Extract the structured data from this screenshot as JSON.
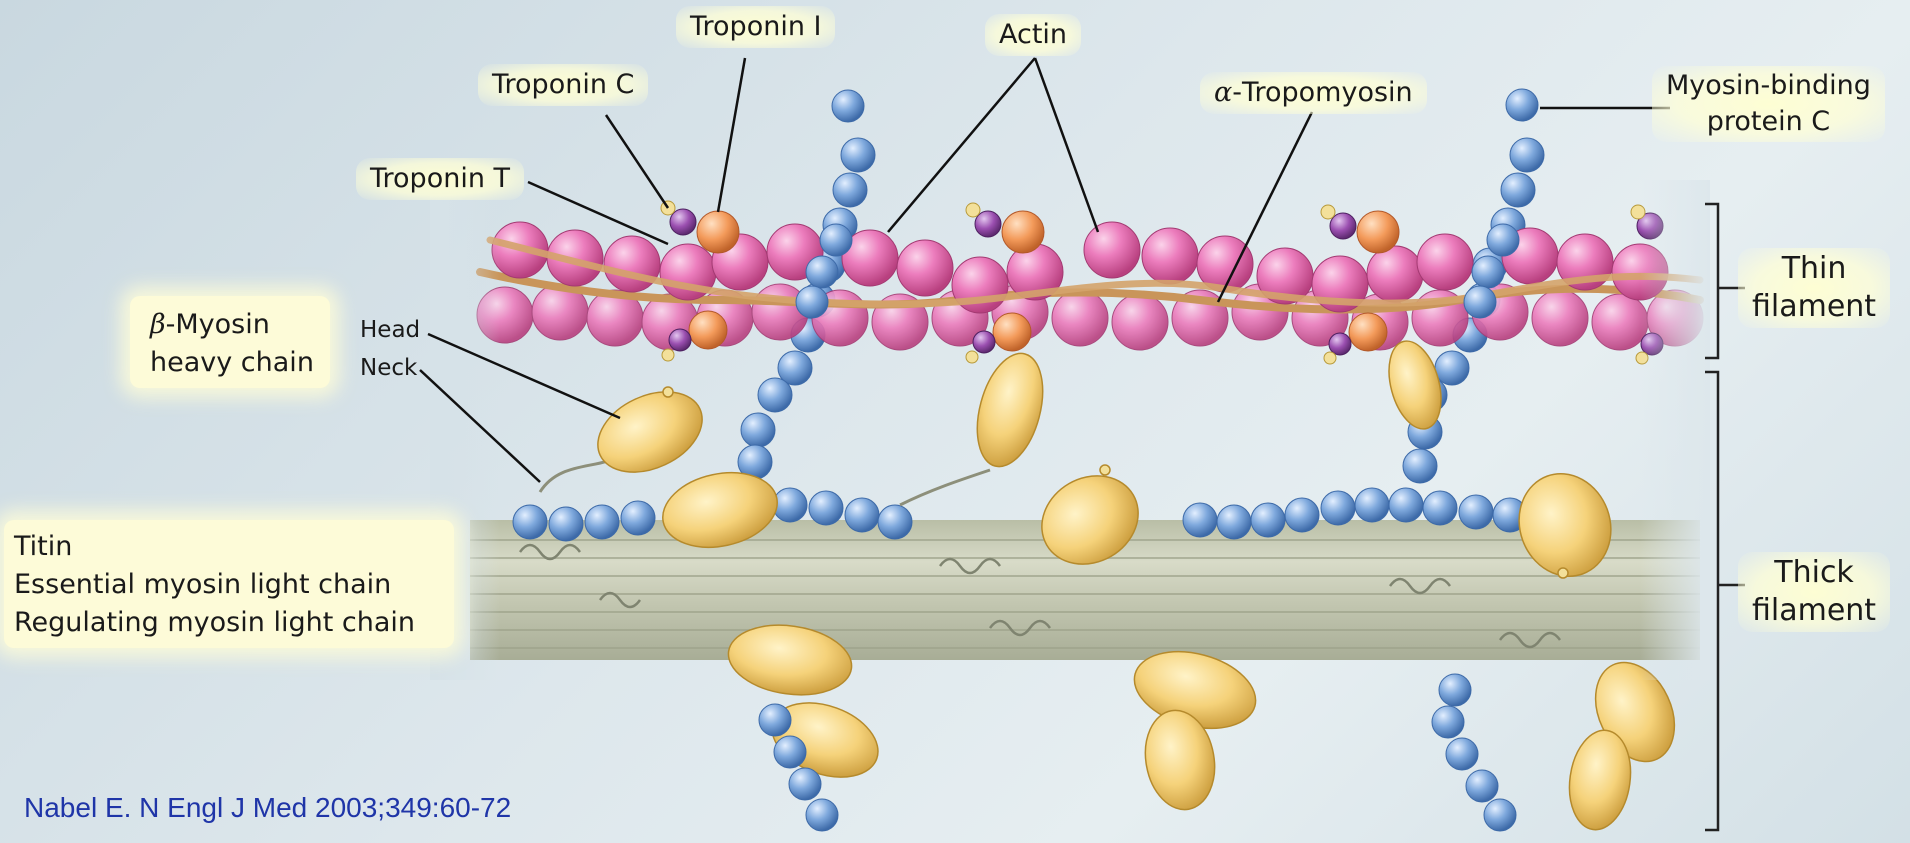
{
  "labels": {
    "troponin_i": "Troponin I",
    "actin": "Actin",
    "troponin_c": "Troponin C",
    "tropomyosin": "-Tropomyosin",
    "tropomyosin_symbol": "α",
    "mybpc_line1": "Myosin-binding",
    "mybpc_line2": "protein C",
    "troponin_t": "Troponin T",
    "myosin_symbol": "β",
    "myosin_line1": "-Myosin",
    "myosin_line2": "heavy chain",
    "head": "Head",
    "neck": "Neck",
    "titin": "Titin",
    "essential_lc": "Essential myosin light chain",
    "regulating_lc": "Regulating myosin light chain",
    "thin_line1": "Thin",
    "thin_line2": "filament",
    "thick_line1": "Thick",
    "thick_line2": "filament"
  },
  "citation": "Nabel E. N Engl J Med 2003;349:60-72",
  "colors": {
    "actin": "#e879b8",
    "troponin_i": "#f39a5a",
    "troponin_c": "#9b4fb0",
    "troponin_t": "#f0d68a",
    "tropomyosin": "#c9955a",
    "titin": "#6f9fd8",
    "myosin_head": "#f5d27a",
    "thick_filament": "#c9ccb7",
    "citation": "#1f35a8"
  }
}
